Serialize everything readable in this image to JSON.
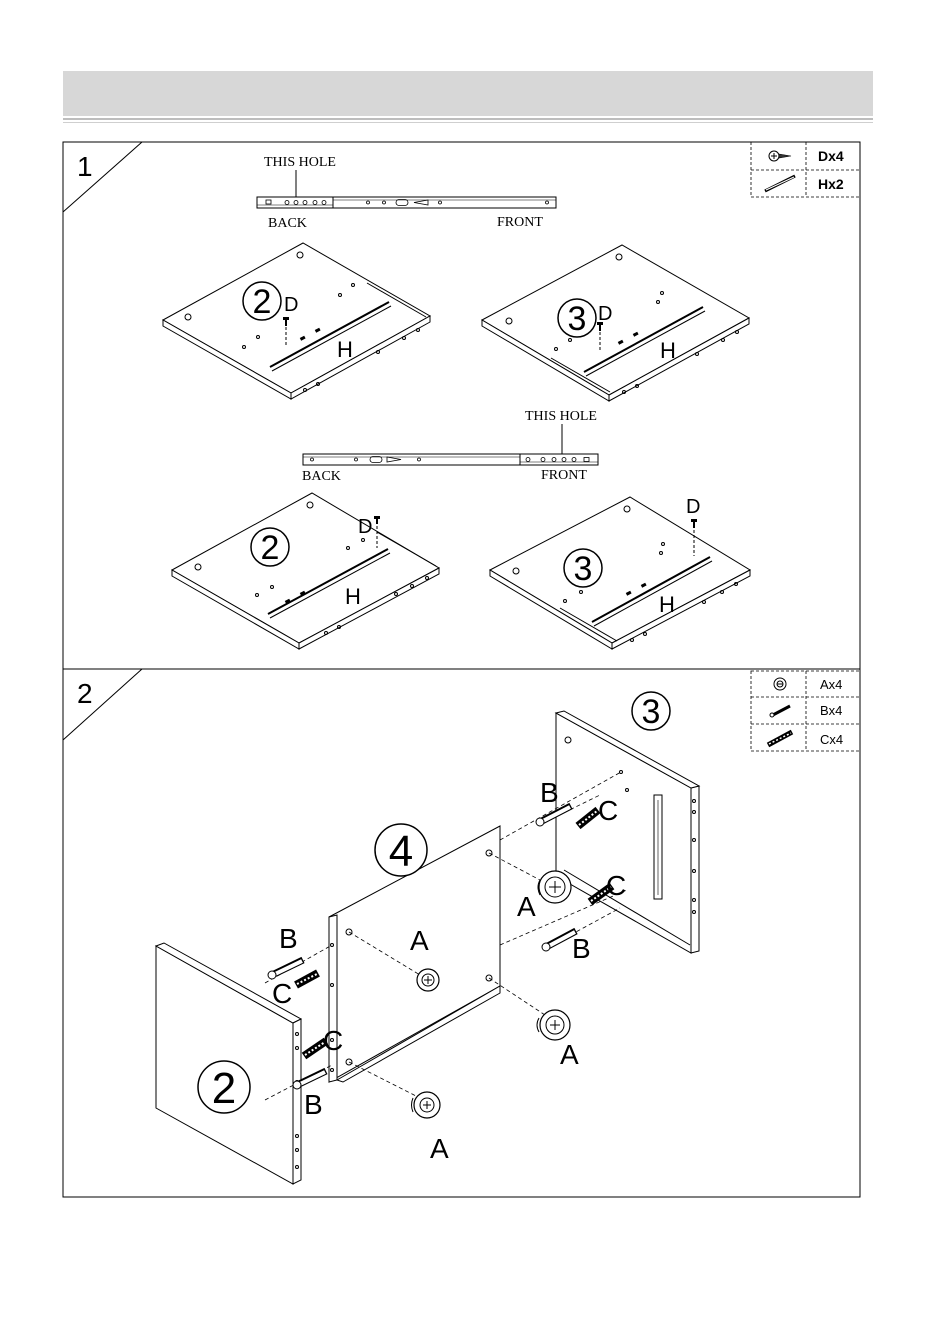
{
  "step1": {
    "number": "1",
    "parts": [
      {
        "code": "Dx4",
        "icon": "screw-icon"
      },
      {
        "code": "Hx2",
        "icon": "drawer-slide-icon"
      }
    ],
    "rail_top": {
      "hole_label": "THIS HOLE",
      "back_label": "BACK",
      "front_label": "FRONT"
    },
    "rail_bottom": {
      "hole_label": "THIS HOLE",
      "back_label": "BACK",
      "front_label": "FRONT"
    },
    "panels": [
      {
        "number": "2",
        "screw": "D",
        "slide": "H"
      },
      {
        "number": "3",
        "screw": "D",
        "slide": "H"
      },
      {
        "number": "2",
        "screw": "D",
        "slide": "H"
      },
      {
        "number": "3",
        "screw": "D",
        "slide": "H"
      }
    ]
  },
  "step2": {
    "number": "2",
    "parts": [
      {
        "code": "Ax4",
        "icon": "cam-lock-icon"
      },
      {
        "code": "Bx4",
        "icon": "cam-bolt-icon"
      },
      {
        "code": "Cx4",
        "icon": "wood-dowel-icon"
      }
    ],
    "panels": {
      "left": "2",
      "middle": "4",
      "right": "3"
    },
    "labels": {
      "A": "A",
      "B": "B",
      "C": "C"
    }
  }
}
